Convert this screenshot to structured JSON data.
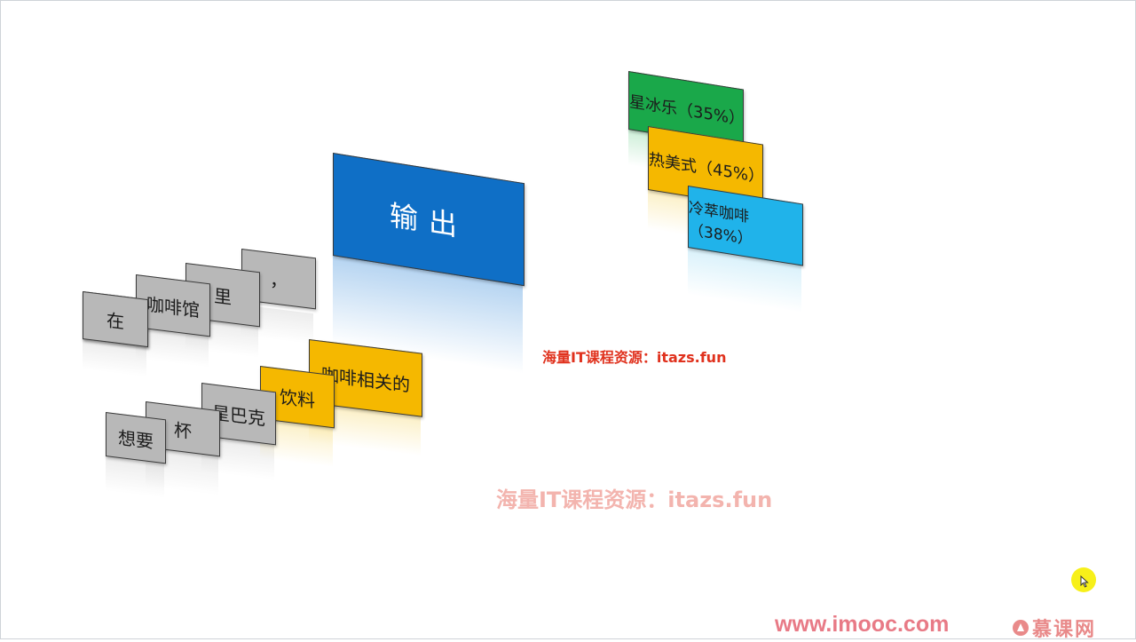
{
  "input_row1": [
    "在",
    "咖啡馆",
    "里",
    "，"
  ],
  "input_row2": [
    "想要",
    "杯",
    "星巴克"
  ],
  "highlight": [
    "饮料",
    "咖啡相关的"
  ],
  "output_label": "输出",
  "results": [
    "星冰乐（35%）",
    "热美式（45%）",
    "冷萃咖啡（38%）"
  ],
  "watermark": "海量IT课程资源：itazs.fun",
  "site": "www.imooc.com",
  "logo_brand": "慕课网",
  "colors": {
    "gray": "#b8b8b8",
    "yellow": "#f5b800",
    "blue": "#0f6fc6",
    "green": "#1aa84a",
    "cyan": "#20b3ea",
    "watermark_red": "#e0321e"
  }
}
